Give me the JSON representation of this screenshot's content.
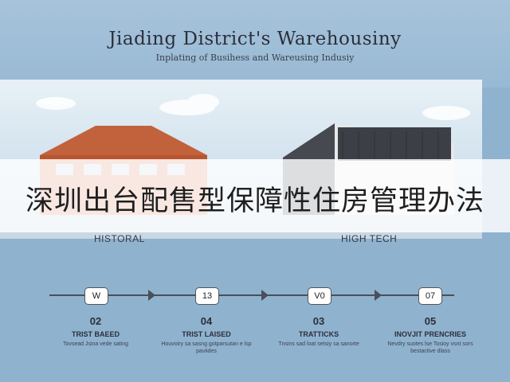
{
  "header": {
    "title": "Jiading District's Warehousiny",
    "subtitle": "Inplating of Busihess and Wareusing Indusiy"
  },
  "scene": {
    "left_label": "HISTORAL",
    "right_label": "HIGH TECH"
  },
  "banner": {
    "text": "深圳出台配售型保障性住房管理办法"
  },
  "timeline": {
    "steps": [
      {
        "badge": "W",
        "number": "02",
        "title": "TRIST BAEED",
        "desc": "Tovsead Jsina vede sating"
      },
      {
        "badge": "13",
        "number": "04",
        "title": "TRIST LAISED",
        "desc": "Houvoiry sa sasng gotparsutan e lsp paviides"
      },
      {
        "badge": "V0",
        "number": "03",
        "title": "TRATTICKS",
        "desc": "Tnsins sad loat setsiy sa sanorte"
      },
      {
        "badge": "07",
        "number": "05",
        "title": "INOVJIT PRENCRIES",
        "desc": "Nevdry suotes lse Tosioy vsnt sors bestactive dlass"
      }
    ]
  },
  "colors": {
    "background": "#8fb2cf",
    "brick_roof": "#c2623c",
    "brick_wall": "#d9825c",
    "modern_dark": "#3c3f45",
    "modern_light": "#e6e8ea"
  }
}
